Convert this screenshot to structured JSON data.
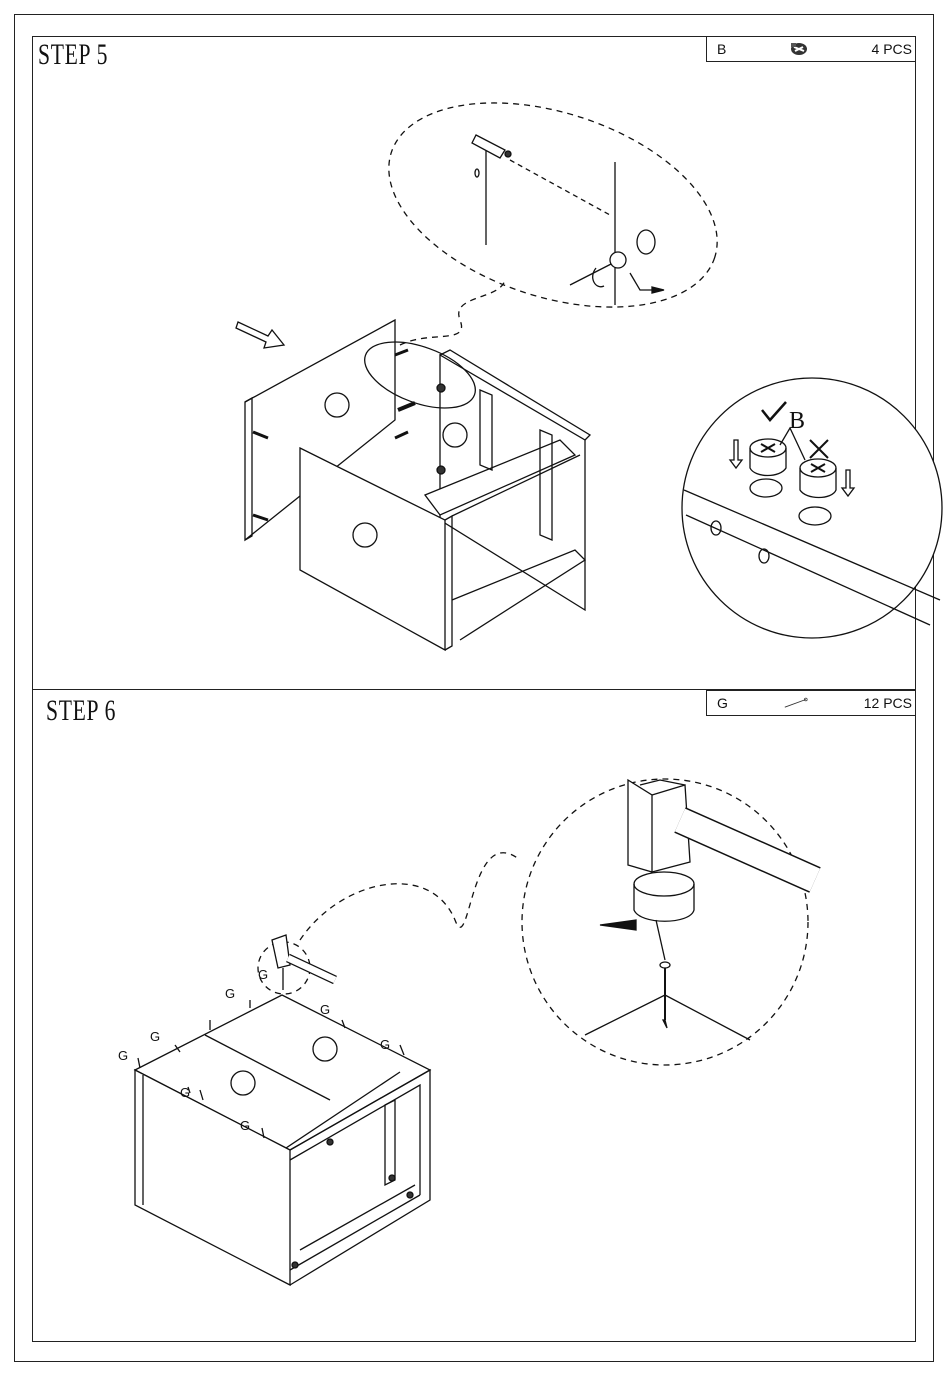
{
  "steps": [
    {
      "title": "STEP 5",
      "part": {
        "code": "B",
        "icon": "cam-lock-icon",
        "qty": "4 PCS"
      },
      "callout_label": "B"
    },
    {
      "title": "STEP 6",
      "part": {
        "code": "G",
        "icon": "nail-icon",
        "qty": "12 PCS"
      },
      "nail_label": "G"
    }
  ]
}
